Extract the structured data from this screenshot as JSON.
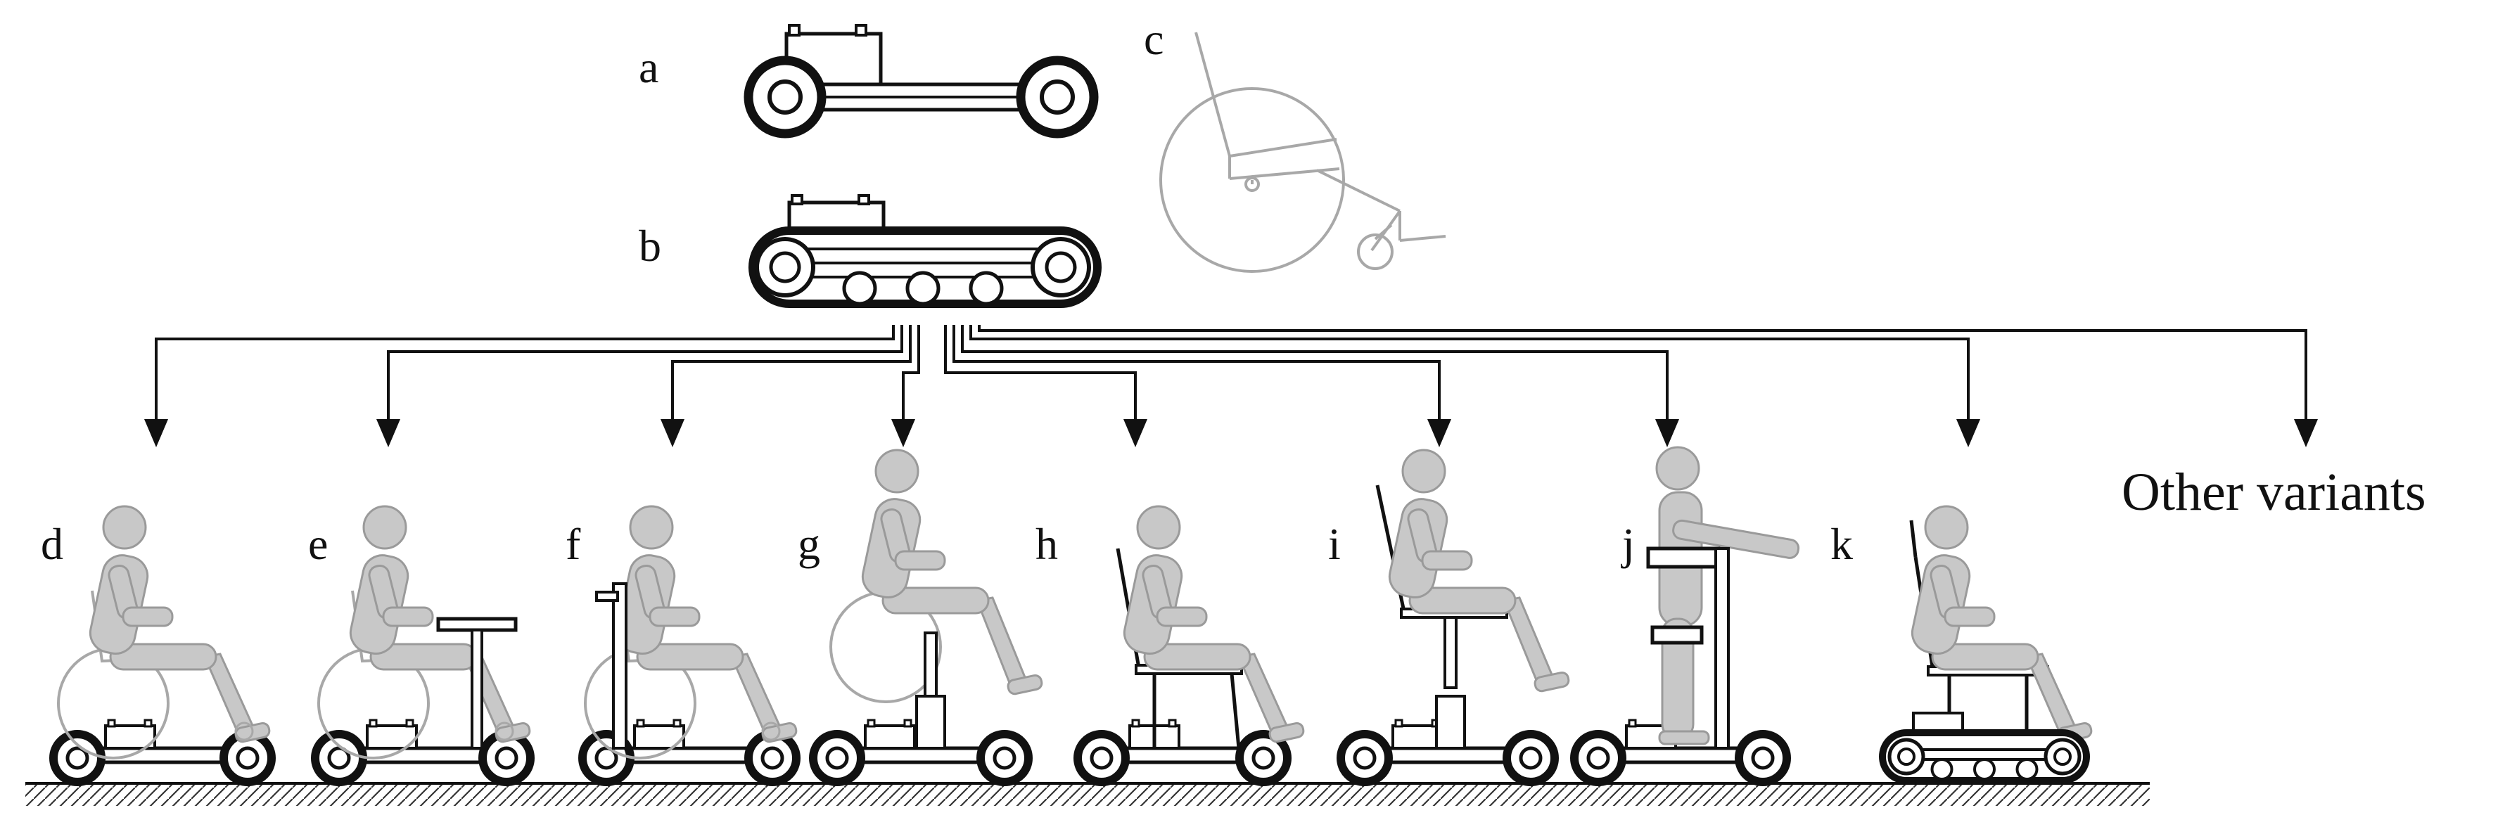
{
  "figure": {
    "top_modules": [
      {
        "label": "a",
        "kind": "wheeled-base"
      },
      {
        "label": "b",
        "kind": "tracked-base"
      },
      {
        "label": "c",
        "kind": "wheelchair-frame"
      }
    ],
    "variants": [
      {
        "label": "d",
        "kind": "wheelchair-seated"
      },
      {
        "label": "e",
        "kind": "seated-with-table"
      },
      {
        "label": "f",
        "kind": "seated-with-handle"
      },
      {
        "label": "g",
        "kind": "raised-seat"
      },
      {
        "label": "h",
        "kind": "tall-back-seat"
      },
      {
        "label": "i",
        "kind": "tall-back-raised"
      },
      {
        "label": "j",
        "kind": "standing"
      },
      {
        "label": "k",
        "kind": "tracked-seat"
      }
    ],
    "other_variants_label": "Other variants"
  },
  "colors": {
    "ink": "#111111",
    "figure_gray": "#c8c8c8",
    "figure_outline": "#9a9a9a",
    "frame_gray": "#a8a8a8"
  }
}
